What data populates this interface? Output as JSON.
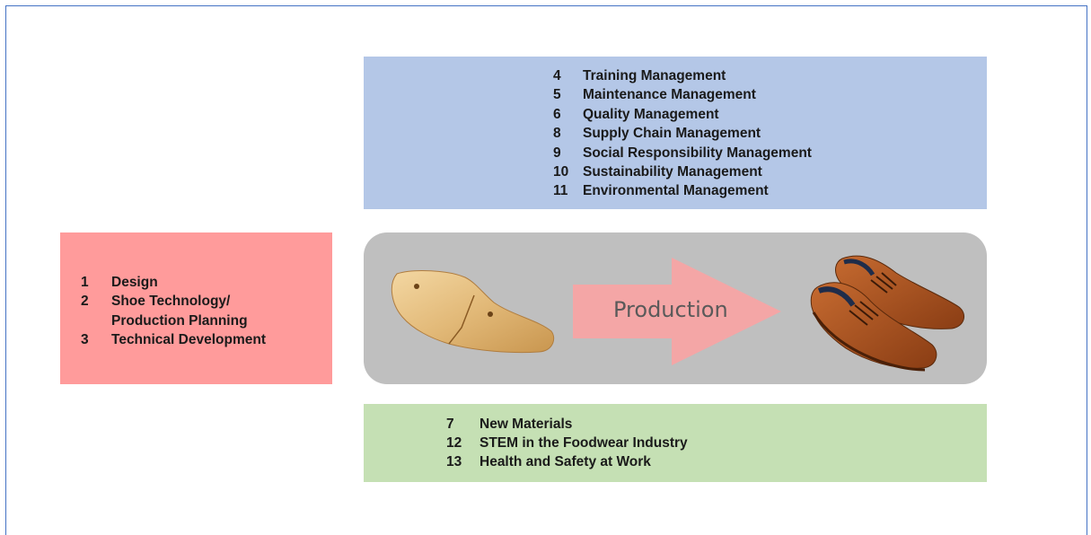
{
  "management_box": {
    "items": [
      {
        "num": "4",
        "label": "Training Management"
      },
      {
        "num": "5",
        "label": "Maintenance Management"
      },
      {
        "num": "6",
        "label": "Quality Management"
      },
      {
        "num": "8",
        "label": "Supply Chain Management"
      },
      {
        "num": "9",
        "label": "Social Responsibility Management"
      },
      {
        "num": "10",
        "label": "Sustainability Management"
      },
      {
        "num": "11",
        "label": "Environmental Management"
      }
    ]
  },
  "design_box": {
    "items": [
      {
        "num": "1",
        "label": "Design"
      },
      {
        "num": "2",
        "label": "Shoe Technology/ Production Planning"
      },
      {
        "num": "3",
        "label": "Technical Development"
      }
    ]
  },
  "materials_box": {
    "items": [
      {
        "num": "7",
        "label": "New Materials"
      },
      {
        "num": "12",
        "label": "STEM in the Foodwear Industry"
      },
      {
        "num": "13",
        "label": "Health and Safety at Work"
      }
    ]
  },
  "production": {
    "label": "Production",
    "colors": {
      "arrow": "#f4a6a6",
      "panel": "#bfbfbf"
    },
    "icons": [
      "shoe-last-image",
      "leather-shoes-image",
      "arrow-right-icon"
    ]
  },
  "colors": {
    "management": "#b4c7e7",
    "design": "#ff9b9b",
    "materials": "#c5e0b4",
    "frame": "#4472c4"
  }
}
